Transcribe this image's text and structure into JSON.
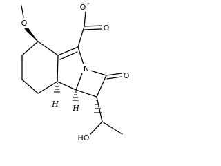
{
  "diagram": {
    "type": "chemical-structure",
    "atom_labels": {
      "methoxy_o": "O",
      "carboxylate_o_top": "O",
      "carboxylate_charge": "-",
      "carboxylate_o_right": "O",
      "nitrogen": "N",
      "ketone_o": "O",
      "hydroxy": "HO",
      "stereo_h_left": "H",
      "stereo_h_right": "H"
    }
  }
}
